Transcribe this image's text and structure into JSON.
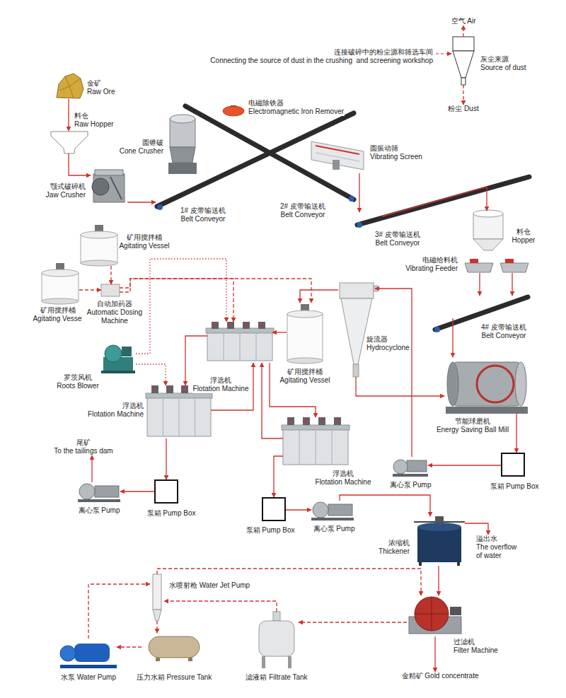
{
  "diagram": {
    "nodes": [
      {
        "text": [
          "金矿",
          "Raw Ore"
        ]
      },
      {
        "text": [
          "空气 Air"
        ]
      },
      {
        "text": [
          "灰尘来源",
          "Source of dust"
        ]
      },
      {
        "text": [
          "粉尘 Dust"
        ]
      },
      {
        "text": [
          "料仓",
          "Raw Hopper"
        ]
      },
      {
        "text": [
          "电磁除铁器",
          "Electromagnetic Iron Remover"
        ]
      },
      {
        "text": [
          "圆锥破",
          "Cone Crusher"
        ]
      },
      {
        "text": [
          "圆振动筛",
          "Vibrating Screen"
        ]
      },
      {
        "text": [
          "颚式破碎机",
          "Jaw Crusher"
        ]
      },
      {
        "text": [
          "1# 皮带输送机",
          "Belt Conveyor"
        ]
      },
      {
        "text": [
          "2# 皮带输送机",
          "Belt Conveyor"
        ]
      },
      {
        "text": [
          "3# 皮带输送机",
          "Belt Conveyor"
        ]
      },
      {
        "text": [
          "料仓",
          "Hopper"
        ]
      },
      {
        "text": [
          "矿用搅拌桶",
          "Agitating Vessel"
        ]
      },
      {
        "text": [
          "电磁给料机",
          "Vibrating Feeder"
        ]
      },
      {
        "text": [
          "矿用搅拌桶",
          "Agitating Vessel"
        ]
      },
      {
        "text": [
          "自动加药器",
          "Automatic Dosing Machine"
        ]
      },
      {
        "text": [
          "4# 皮带输送机",
          "Belt Conveyor"
        ]
      },
      {
        "text": [
          "浮选机",
          "Flotation Machine"
        ]
      },
      {
        "text": [
          "矿用搅拌桶",
          "Agitating Vessel"
        ]
      },
      {
        "text": [
          "旋流器",
          "Hydrocyclone"
        ]
      },
      {
        "text": [
          "罗茨风机",
          "Roots Blower"
        ]
      },
      {
        "text": [
          "浮选机",
          "Flotation Machine"
        ]
      },
      {
        "text": [
          "节能球磨机",
          "Energy Saving Ball Mill"
        ]
      },
      {
        "text": [
          "尾矿",
          "To the tailings dam"
        ]
      },
      {
        "text": [
          "浮选机",
          "Flotation Machine"
        ]
      },
      {
        "text": [
          "离心泵 Pump"
        ]
      },
      {
        "text": [
          "泵箱 Pump Box"
        ]
      },
      {
        "text": [
          "离心泵 Pump"
        ]
      },
      {
        "text": [
          "泵箱 Pump Box"
        ]
      },
      {
        "text": [
          "泵箱 Pump Box"
        ]
      },
      {
        "text": [
          "离心泵 Pump"
        ]
      },
      {
        "text": [
          "浓缩机",
          "Thickener"
        ]
      },
      {
        "text": [
          "溢出水",
          "The overflow of water"
        ]
      },
      {
        "text": [
          "水喷射枪 Water Jet Pump"
        ]
      },
      {
        "text": [
          "过滤机",
          "Filter Machine"
        ]
      },
      {
        "text": [
          "水泵 Water Pump"
        ]
      },
      {
        "text": [
          "压力水箱 Pressure Tank"
        ]
      },
      {
        "text": [
          "滤液箱 Filtrate Tank"
        ]
      },
      {
        "text": [
          "金精矿 Gold concentrate"
        ]
      }
    ],
    "edges": [
      {
        "from": 0,
        "to": 4,
        "arrow": "to"
      },
      {
        "from": 4,
        "to": 8,
        "arrow": "to"
      },
      {
        "from": 8,
        "to": 9,
        "arrow": "to"
      },
      {
        "from": 7,
        "to": 11,
        "arrow": "to"
      },
      {
        "from": 11,
        "to": 12,
        "arrow": "to"
      },
      {
        "from": 14,
        "to": 17,
        "arrow": "to"
      },
      {
        "from": 14,
        "to": 17,
        "arrow": "to"
      },
      {
        "from": 17,
        "to": 23,
        "arrow": "to"
      },
      {
        "from": 23,
        "to": 27,
        "arrow": "to"
      },
      {
        "from": 27,
        "to": 26,
        "arrow": "to"
      },
      {
        "from": 26,
        "to": 20,
        "arrow": "to"
      },
      {
        "from": 20,
        "to": 23,
        "arrow": "to"
      },
      {
        "from": 20,
        "to": 19,
        "arrow": "to"
      },
      {
        "from": 19,
        "to": 18,
        "arrow": "to"
      },
      {
        "from": 18,
        "to": 22,
        "arrow": "to"
      },
      {
        "from": 22,
        "to": 29,
        "arrow": "to"
      },
      {
        "from": 29,
        "to": 28,
        "arrow": "to"
      },
      {
        "from": 28,
        "to": 24,
        "arrow": "to"
      },
      {
        "from": 18,
        "to": 25,
        "arrow": "to"
      },
      {
        "from": 25,
        "to": 18,
        "arrow": "to"
      },
      {
        "from": 22,
        "to": 18,
        "arrow": "to"
      },
      {
        "from": 25,
        "to": 30,
        "arrow": "to"
      },
      {
        "from": 30,
        "to": 31,
        "arrow": "to"
      },
      {
        "from": 31,
        "to": 32,
        "arrow": "to"
      },
      {
        "from": 32,
        "to": 33,
        "arrow": "to"
      },
      {
        "from": 32,
        "to": 35,
        "arrow": "to"
      },
      {
        "from": 35,
        "to": 39,
        "arrow": "to"
      },
      {
        "from": 35,
        "to": 38,
        "arrow": "to"
      },
      {
        "from": 38,
        "to": 34,
        "arrow": "to"
      },
      {
        "from": 34,
        "to": 35,
        "arrow": "to"
      },
      {
        "from": 36,
        "to": 34,
        "arrow": "to"
      },
      {
        "from": 34,
        "to": 37,
        "arrow": "to"
      },
      {
        "from": 37,
        "to": 36,
        "arrow": "to"
      },
      {
        "from": 13,
        "to": 16,
        "arrow": "to"
      },
      {
        "from": 15,
        "to": 16,
        "arrow": "to"
      },
      {
        "from": 16,
        "to": 19,
        "arrow": "to"
      },
      {
        "from": 16,
        "to": 18,
        "arrow": "to"
      },
      {
        "from": 21,
        "to": 18,
        "arrow": "to"
      },
      {
        "from": 21,
        "to": 22,
        "arrow": "to"
      },
      {
        "from": 2,
        "to": 1,
        "arrow": "to"
      },
      {
        "from": 2,
        "to": 3,
        "arrow": "to"
      }
    ],
    "labels": [
      "连接破碎中的粉尘源和筛选车间",
      "Connecting the source of dust in the crushing  and screening workshop"
    ]
  }
}
